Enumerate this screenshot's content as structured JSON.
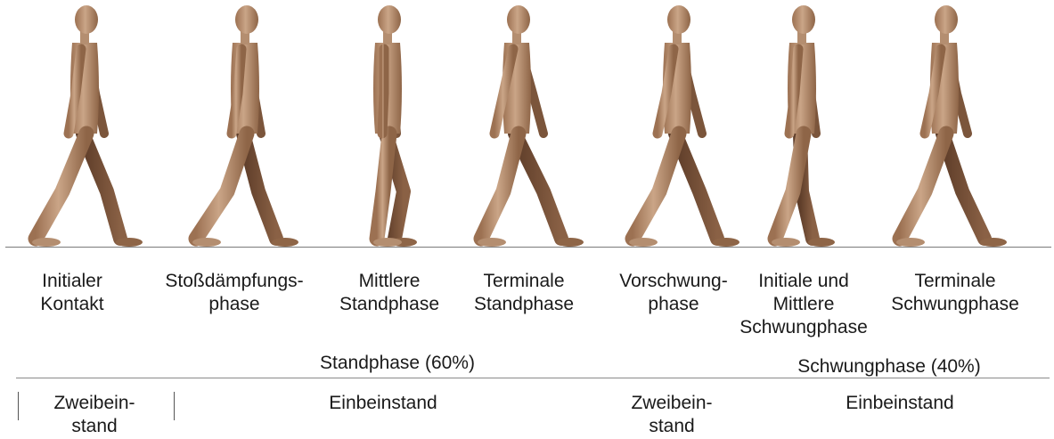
{
  "phases": [
    {
      "label": "Initialer\nKontakt"
    },
    {
      "label": "Stoßdämpfungs-\nphase"
    },
    {
      "label": "Mittlere\nStandphase"
    },
    {
      "label": "Terminale\nStandphase"
    },
    {
      "label": "Vorschwung-\nphase"
    },
    {
      "label": "Initiale und\nMittlere\nSchwungphase"
    },
    {
      "label": "Terminale\nSchwungphase"
    }
  ],
  "groups": {
    "stance": "Standphase (60%)",
    "swing": "Schwungphase (40%)"
  },
  "support": {
    "double_1": "Zweibein-\nstand",
    "single_1": "Einbeinstand",
    "double_2": "Zweibein-\nstand",
    "single_2": "Einbeinstand"
  },
  "colors": {
    "skin_light": "#c8a282",
    "skin_mid": "#a87d5d",
    "skin_dark": "#5a3a28",
    "ground_line": "#7a7a7a"
  }
}
